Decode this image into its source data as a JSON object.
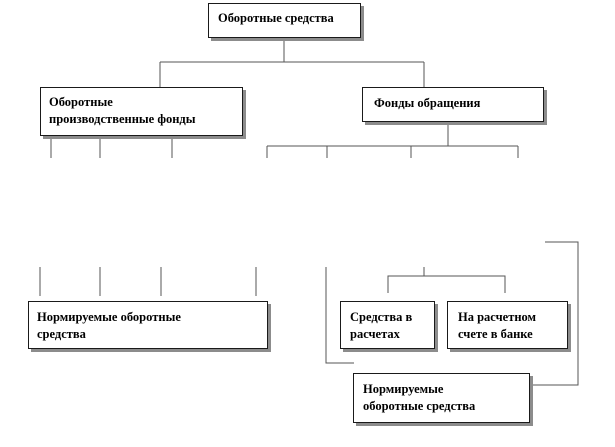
{
  "diagram": {
    "root": "Оборотные  средства",
    "production": [
      "Оборотные",
      "производственные  фонды"
    ],
    "circulation": "Фонды  обращения",
    "normed_left": [
      "Нормируемые  оборотные",
      "средства"
    ],
    "settlements": [
      "Средства в",
      "расчетах"
    ],
    "bank": [
      "На расчетном",
      "счете в банке"
    ],
    "normed_bottom": [
      "Нормируемые",
      "оборотные  средства"
    ]
  }
}
